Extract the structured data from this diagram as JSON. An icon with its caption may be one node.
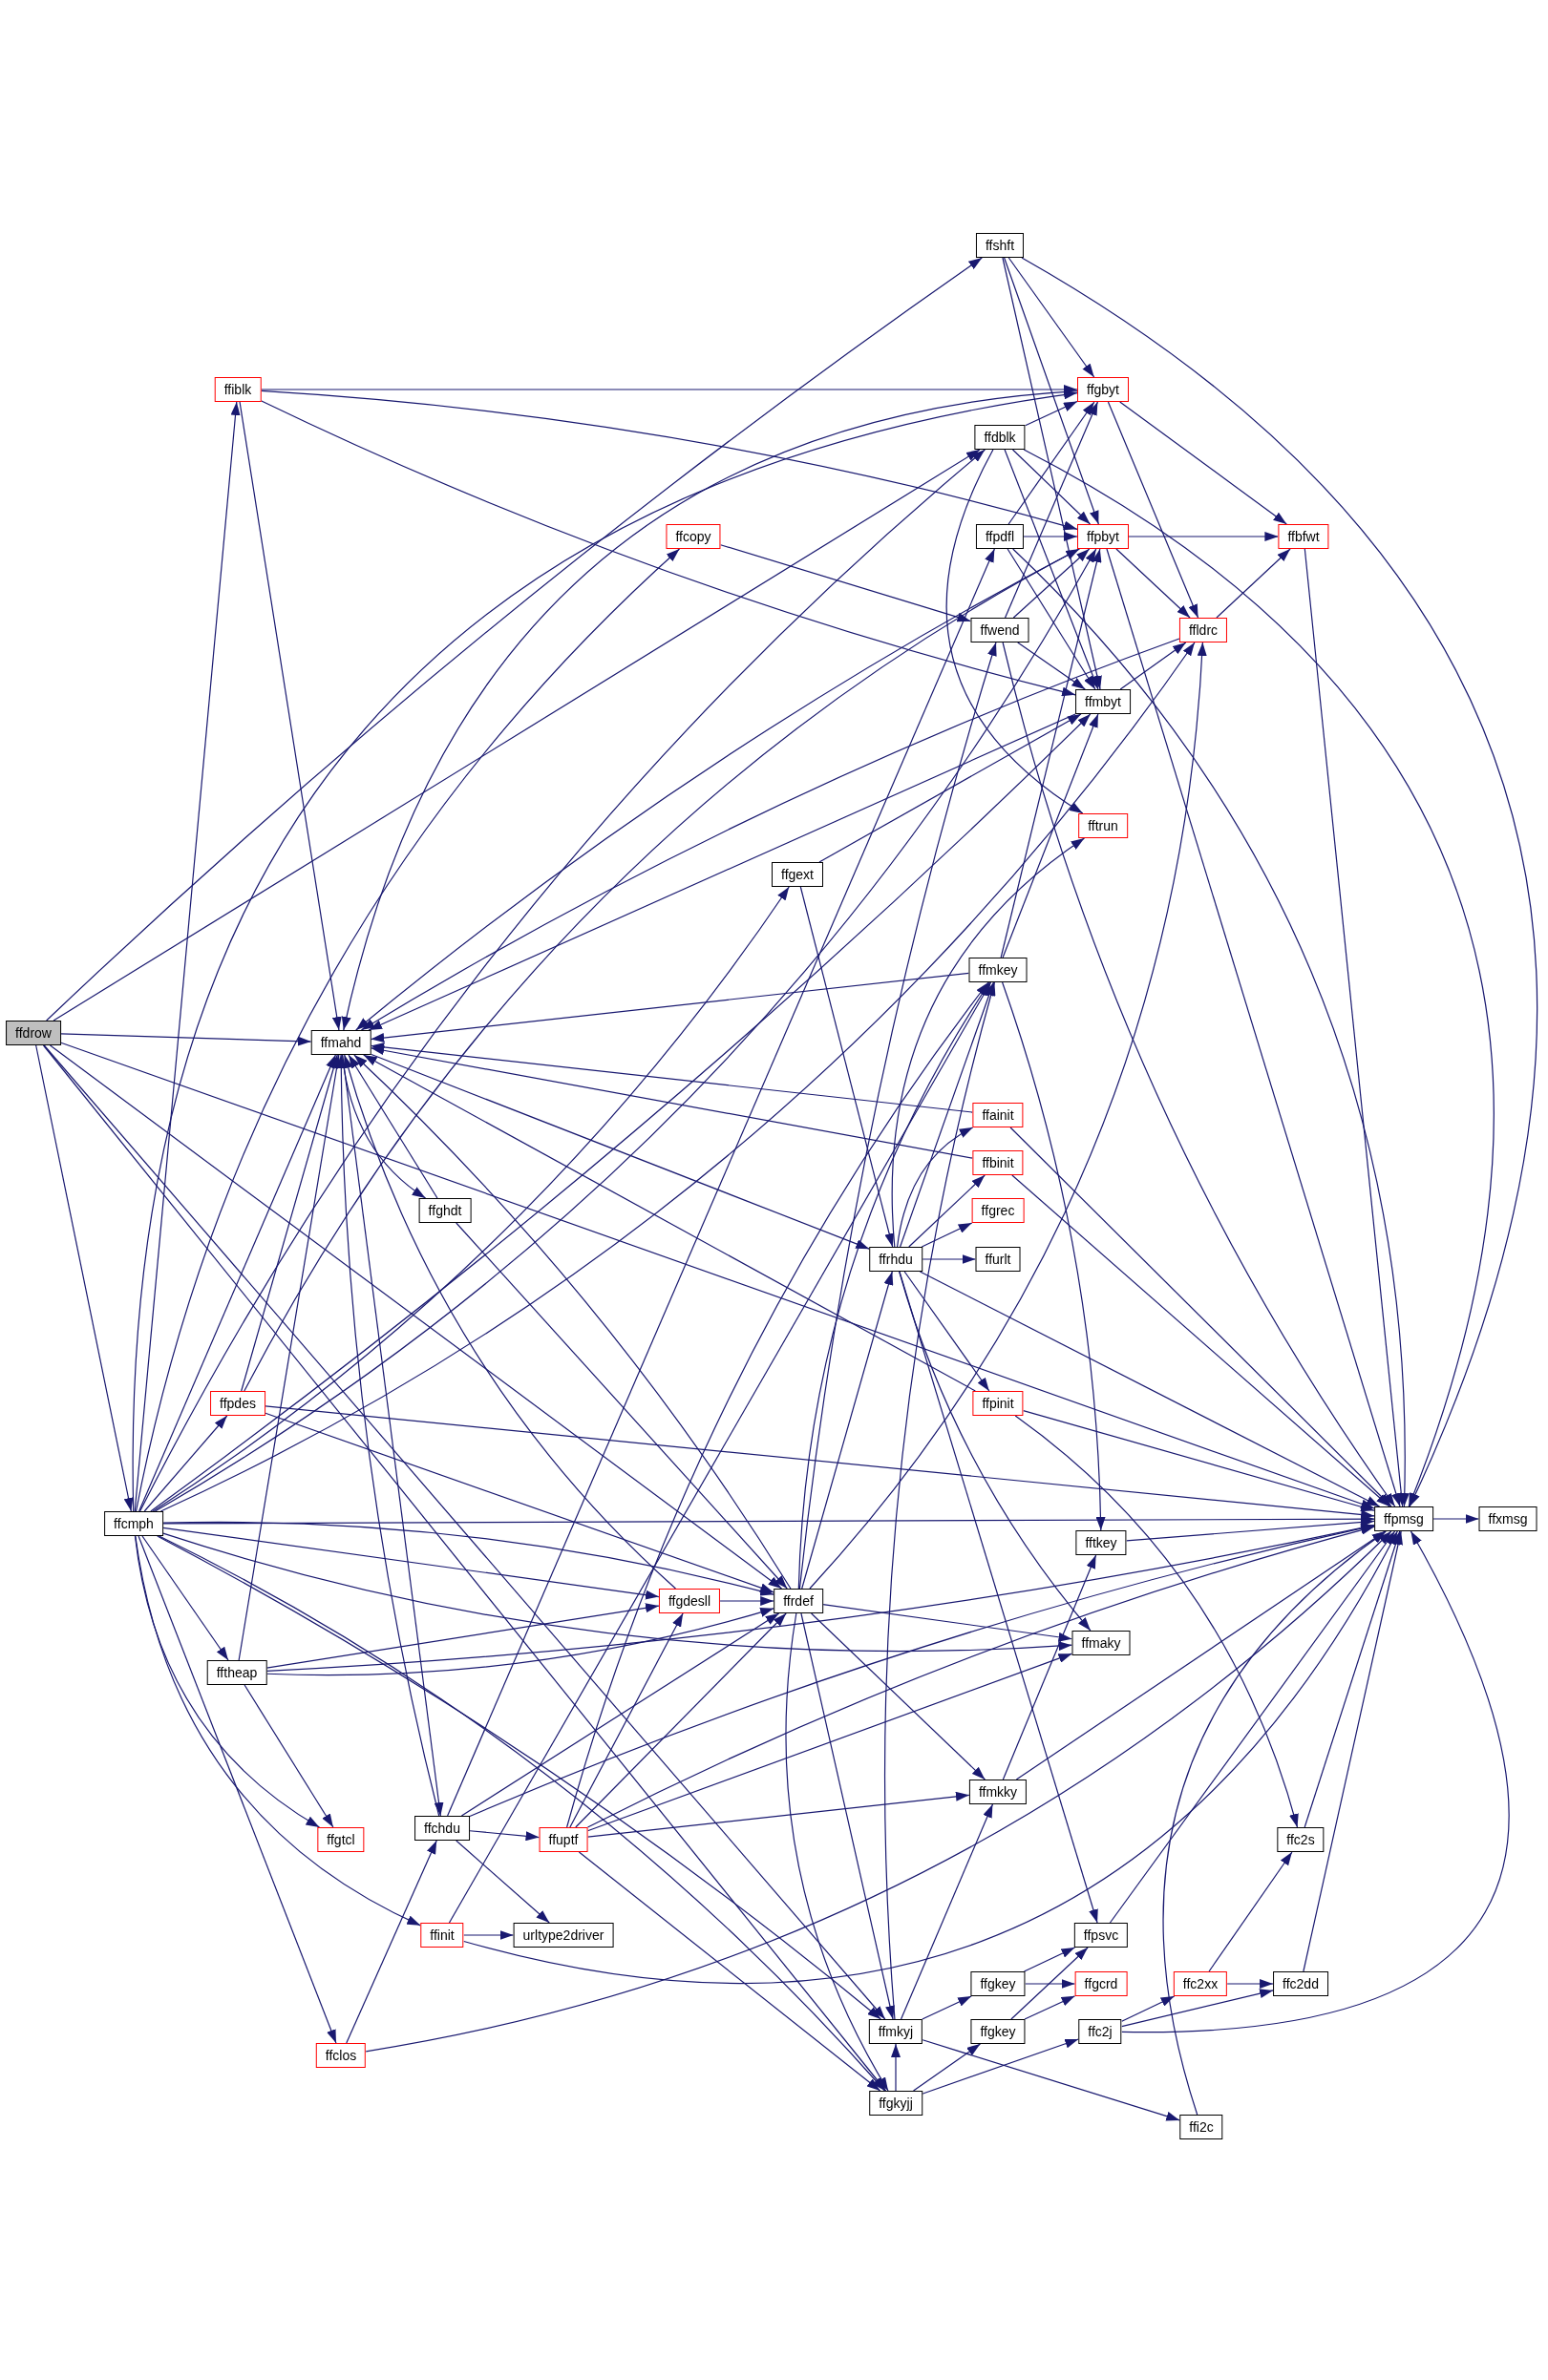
{
  "diagram": {
    "nodes": [
      {
        "text": [
          "ffdrow"
        ]
      },
      {
        "text": [
          "ffiblk"
        ]
      },
      {
        "text": [
          "ffcopy"
        ]
      },
      {
        "text": [
          "ffshft"
        ]
      },
      {
        "text": [
          "ffgbyt"
        ]
      },
      {
        "text": [
          "ffdblk"
        ]
      },
      {
        "text": [
          "ffpdfl"
        ]
      },
      {
        "text": [
          "ffpbyt"
        ]
      },
      {
        "text": [
          "ffbfwt"
        ]
      },
      {
        "text": [
          "ffwend"
        ]
      },
      {
        "text": [
          "ffldrc"
        ]
      },
      {
        "text": [
          "ffmbyt"
        ]
      },
      {
        "text": [
          "fftrun"
        ]
      },
      {
        "text": [
          "ffgext"
        ]
      },
      {
        "text": [
          "ffmahd"
        ]
      },
      {
        "text": [
          "ffmkey"
        ]
      },
      {
        "text": [
          "ffainit"
        ]
      },
      {
        "text": [
          "ffbinit"
        ]
      },
      {
        "text": [
          "ffghdt"
        ]
      },
      {
        "text": [
          "ffgrec"
        ]
      },
      {
        "text": [
          "ffrhdu"
        ]
      },
      {
        "text": [
          "ffurlt"
        ]
      },
      {
        "text": [
          "ffpinit"
        ]
      },
      {
        "text": [
          "ffpdes"
        ]
      },
      {
        "text": [
          "ffcmph"
        ]
      },
      {
        "text": [
          "ffpmsg"
        ]
      },
      {
        "text": [
          "ffxmsg"
        ]
      },
      {
        "text": [
          "fftkey"
        ]
      },
      {
        "text": [
          "ffgdesll"
        ]
      },
      {
        "text": [
          "ffrdef"
        ]
      },
      {
        "text": [
          "ffmaky"
        ]
      },
      {
        "text": [
          "fftheap"
        ]
      },
      {
        "text": [
          "ffmkky"
        ]
      },
      {
        "text": [
          "ffc2s"
        ]
      },
      {
        "text": [
          "ffgtcl"
        ]
      },
      {
        "text": [
          "ffchdu"
        ]
      },
      {
        "text": [
          "ffuptf"
        ]
      },
      {
        "text": [
          "ffinit"
        ]
      },
      {
        "text": [
          "urltype2driver"
        ]
      },
      {
        "text": [
          "ffpsvc"
        ]
      },
      {
        "text": [
          "ffgkey"
        ]
      },
      {
        "text": [
          "ffgcrd"
        ]
      },
      {
        "text": [
          "ffc2xx"
        ]
      },
      {
        "text": [
          "ffc2dd"
        ]
      },
      {
        "text": [
          "ffmkyj"
        ]
      },
      {
        "text": [
          "ffgkey"
        ]
      },
      {
        "text": [
          "ffc2j"
        ]
      },
      {
        "text": [
          "ffclos"
        ]
      },
      {
        "text": [
          "ffgkyjj"
        ]
      },
      {
        "text": [
          "ffi2c"
        ]
      }
    ],
    "edges": [
      {
        "from": 0,
        "to": 14,
        "arrow": "to"
      },
      {
        "from": 0,
        "to": 24,
        "arrow": "to"
      },
      {
        "from": 0,
        "to": 3,
        "arrow": "to"
      },
      {
        "from": 0,
        "to": 5,
        "arrow": "to"
      },
      {
        "from": 0,
        "to": 25,
        "arrow": "to"
      },
      {
        "from": 0,
        "to": 29,
        "arrow": "to"
      },
      {
        "from": 0,
        "to": 44,
        "arrow": "to"
      },
      {
        "from": 0,
        "to": 48,
        "arrow": "to"
      },
      {
        "from": 24,
        "to": 1,
        "arrow": "to"
      },
      {
        "from": 24,
        "to": 4,
        "arrow": "to"
      },
      {
        "from": 24,
        "to": 7,
        "arrow": "to"
      },
      {
        "from": 24,
        "to": 11,
        "arrow": "to"
      },
      {
        "from": 24,
        "to": 2,
        "arrow": "to"
      },
      {
        "from": 24,
        "to": 14,
        "arrow": "to"
      },
      {
        "from": 24,
        "to": 23,
        "arrow": "to"
      },
      {
        "from": 24,
        "to": 31,
        "arrow": "to"
      },
      {
        "from": 24,
        "to": 34,
        "arrow": "to"
      },
      {
        "from": 24,
        "to": 37,
        "arrow": "to"
      },
      {
        "from": 24,
        "to": 47,
        "arrow": "to"
      },
      {
        "from": 24,
        "to": 28,
        "arrow": "to"
      },
      {
        "from": 24,
        "to": 29,
        "arrow": "to"
      },
      {
        "from": 24,
        "to": 30,
        "arrow": "to"
      },
      {
        "from": 24,
        "to": 44,
        "arrow": "to"
      },
      {
        "from": 24,
        "to": 48,
        "arrow": "to"
      },
      {
        "from": 24,
        "to": 25,
        "arrow": "to"
      },
      {
        "from": 24,
        "to": 10,
        "arrow": "to"
      },
      {
        "from": 24,
        "to": 13,
        "arrow": "to"
      },
      {
        "from": 24,
        "to": 5,
        "arrow": "to"
      },
      {
        "from": 1,
        "to": 14,
        "arrow": "to"
      },
      {
        "from": 1,
        "to": 4,
        "arrow": "to"
      },
      {
        "from": 1,
        "to": 7,
        "arrow": "to"
      },
      {
        "from": 1,
        "to": 11,
        "arrow": "to"
      },
      {
        "from": 2,
        "to": 9,
        "arrow": "to"
      },
      {
        "from": 3,
        "to": 4,
        "arrow": "to"
      },
      {
        "from": 3,
        "to": 7,
        "arrow": "to"
      },
      {
        "from": 3,
        "to": 11,
        "arrow": "to"
      },
      {
        "from": 3,
        "to": 25,
        "arrow": "to"
      },
      {
        "from": 5,
        "to": 4,
        "arrow": "to"
      },
      {
        "from": 5,
        "to": 7,
        "arrow": "to"
      },
      {
        "from": 5,
        "to": 11,
        "arrow": "to"
      },
      {
        "from": 5,
        "to": 25,
        "arrow": "to"
      },
      {
        "from": 5,
        "to": 12,
        "arrow": "to"
      },
      {
        "from": 6,
        "to": 4,
        "arrow": "to"
      },
      {
        "from": 6,
        "to": 7,
        "arrow": "to"
      },
      {
        "from": 6,
        "to": 11,
        "arrow": "to"
      },
      {
        "from": 6,
        "to": 25,
        "arrow": "to"
      },
      {
        "from": 9,
        "to": 4,
        "arrow": "to"
      },
      {
        "from": 9,
        "to": 7,
        "arrow": "to"
      },
      {
        "from": 9,
        "to": 11,
        "arrow": "to"
      },
      {
        "from": 9,
        "to": 25,
        "arrow": "to"
      },
      {
        "from": 4,
        "to": 10,
        "arrow": "to"
      },
      {
        "from": 4,
        "to": 8,
        "arrow": "to"
      },
      {
        "from": 4,
        "to": 14,
        "arrow": "to"
      },
      {
        "from": 7,
        "to": 8,
        "arrow": "to"
      },
      {
        "from": 7,
        "to": 10,
        "arrow": "to"
      },
      {
        "from": 7,
        "to": 25,
        "arrow": "to"
      },
      {
        "from": 7,
        "to": 14,
        "arrow": "to"
      },
      {
        "from": 11,
        "to": 10,
        "arrow": "to"
      },
      {
        "from": 11,
        "to": 14,
        "arrow": "to"
      },
      {
        "from": 10,
        "to": 8,
        "arrow": "to"
      },
      {
        "from": 10,
        "to": 14,
        "arrow": "to"
      },
      {
        "from": 8,
        "to": 25,
        "arrow": "to"
      },
      {
        "from": 13,
        "to": 11,
        "arrow": "to"
      },
      {
        "from": 13,
        "to": 20,
        "arrow": "to"
      },
      {
        "from": 15,
        "to": 11,
        "arrow": "to"
      },
      {
        "from": 15,
        "to": 7,
        "arrow": "to"
      },
      {
        "from": 15,
        "to": 14,
        "arrow": "to"
      },
      {
        "from": 15,
        "to": 27,
        "arrow": "to"
      },
      {
        "from": 16,
        "to": 14,
        "arrow": "to"
      },
      {
        "from": 16,
        "to": 25,
        "arrow": "to"
      },
      {
        "from": 17,
        "to": 14,
        "arrow": "to"
      },
      {
        "from": 17,
        "to": 25,
        "arrow": "to"
      },
      {
        "from": 22,
        "to": 14,
        "arrow": "to"
      },
      {
        "from": 22,
        "to": 25,
        "arrow": "to"
      },
      {
        "from": 22,
        "to": 33,
        "arrow": "to"
      },
      {
        "from": 18,
        "to": 14,
        "arrow": "to"
      },
      {
        "from": 18,
        "to": 29,
        "arrow": "to"
      },
      {
        "from": 14,
        "to": 18,
        "arrow": "to"
      },
      {
        "from": 14,
        "to": 20,
        "arrow": "to"
      },
      {
        "from": 14,
        "to": 35,
        "arrow": "to"
      },
      {
        "from": 20,
        "to": 16,
        "arrow": "to"
      },
      {
        "from": 20,
        "to": 17,
        "arrow": "to"
      },
      {
        "from": 20,
        "to": 19,
        "arrow": "to"
      },
      {
        "from": 20,
        "to": 21,
        "arrow": "to"
      },
      {
        "from": 20,
        "to": 22,
        "arrow": "to"
      },
      {
        "from": 20,
        "to": 25,
        "arrow": "to"
      },
      {
        "from": 20,
        "to": 15,
        "arrow": "to"
      },
      {
        "from": 20,
        "to": 30,
        "arrow": "to"
      },
      {
        "from": 20,
        "to": 39,
        "arrow": "to"
      },
      {
        "from": 20,
        "to": 12,
        "arrow": "to"
      },
      {
        "from": 23,
        "to": 14,
        "arrow": "to"
      },
      {
        "from": 23,
        "to": 29,
        "arrow": "to"
      },
      {
        "from": 23,
        "to": 25,
        "arrow": "to"
      },
      {
        "from": 23,
        "to": 7,
        "arrow": "to"
      },
      {
        "from": 28,
        "to": 29,
        "arrow": "to"
      },
      {
        "from": 28,
        "to": 14,
        "arrow": "to"
      },
      {
        "from": 29,
        "to": 14,
        "arrow": "to"
      },
      {
        "from": 29,
        "to": 20,
        "arrow": "to"
      },
      {
        "from": 29,
        "to": 9,
        "arrow": "to"
      },
      {
        "from": 29,
        "to": 30,
        "arrow": "to"
      },
      {
        "from": 29,
        "to": 32,
        "arrow": "to"
      },
      {
        "from": 29,
        "to": 44,
        "arrow": "to"
      },
      {
        "from": 29,
        "to": 48,
        "arrow": "to"
      },
      {
        "from": 29,
        "to": 15,
        "arrow": "to"
      },
      {
        "from": 29,
        "to": 10,
        "arrow": "to"
      },
      {
        "from": 31,
        "to": 14,
        "arrow": "to"
      },
      {
        "from": 31,
        "to": 28,
        "arrow": "to"
      },
      {
        "from": 31,
        "to": 29,
        "arrow": "to"
      },
      {
        "from": 31,
        "to": 34,
        "arrow": "to"
      },
      {
        "from": 31,
        "to": 25,
        "arrow": "to"
      },
      {
        "from": 35,
        "to": 6,
        "arrow": "to"
      },
      {
        "from": 35,
        "to": 14,
        "arrow": "to"
      },
      {
        "from": 35,
        "to": 36,
        "arrow": "to"
      },
      {
        "from": 35,
        "to": 38,
        "arrow": "to"
      },
      {
        "from": 35,
        "to": 25,
        "arrow": "to"
      },
      {
        "from": 35,
        "to": 29,
        "arrow": "to"
      },
      {
        "from": 36,
        "to": 28,
        "arrow": "to"
      },
      {
        "from": 36,
        "to": 15,
        "arrow": "to"
      },
      {
        "from": 36,
        "to": 29,
        "arrow": "to"
      },
      {
        "from": 36,
        "to": 30,
        "arrow": "to"
      },
      {
        "from": 36,
        "to": 32,
        "arrow": "to"
      },
      {
        "from": 36,
        "to": 25,
        "arrow": "to"
      },
      {
        "from": 36,
        "to": 48,
        "arrow": "to"
      },
      {
        "from": 37,
        "to": 38,
        "arrow": "to"
      },
      {
        "from": 37,
        "to": 15,
        "arrow": "to"
      },
      {
        "from": 37,
        "to": 25,
        "arrow": "to"
      },
      {
        "from": 47,
        "to": 35,
        "arrow": "to"
      },
      {
        "from": 47,
        "to": 25,
        "arrow": "to"
      },
      {
        "from": 32,
        "to": 27,
        "arrow": "to"
      },
      {
        "from": 32,
        "to": 25,
        "arrow": "to"
      },
      {
        "from": 27,
        "to": 25,
        "arrow": "to"
      },
      {
        "from": 25,
        "to": 26,
        "arrow": "to"
      },
      {
        "from": 44,
        "to": 40,
        "arrow": "to"
      },
      {
        "from": 44,
        "to": 32,
        "arrow": "to"
      },
      {
        "from": 44,
        "to": 15,
        "arrow": "to"
      },
      {
        "from": 44,
        "to": 49,
        "arrow": "to"
      },
      {
        "from": 48,
        "to": 45,
        "arrow": "to"
      },
      {
        "from": 48,
        "to": 46,
        "arrow": "to"
      },
      {
        "from": 48,
        "to": 44,
        "arrow": "to"
      },
      {
        "from": 40,
        "to": 39,
        "arrow": "to"
      },
      {
        "from": 40,
        "to": 41,
        "arrow": "to"
      },
      {
        "from": 45,
        "to": 39,
        "arrow": "to"
      },
      {
        "from": 45,
        "to": 41,
        "arrow": "to"
      },
      {
        "from": 39,
        "to": 25,
        "arrow": "to"
      },
      {
        "from": 46,
        "to": 42,
        "arrow": "to"
      },
      {
        "from": 46,
        "to": 43,
        "arrow": "to"
      },
      {
        "from": 46,
        "to": 25,
        "arrow": "to"
      },
      {
        "from": 42,
        "to": 33,
        "arrow": "to"
      },
      {
        "from": 42,
        "to": 43,
        "arrow": "to"
      },
      {
        "from": 33,
        "to": 25,
        "arrow": "to"
      },
      {
        "from": 43,
        "to": 25,
        "arrow": "to"
      },
      {
        "from": 49,
        "to": 25,
        "arrow": "to"
      }
    ]
  }
}
